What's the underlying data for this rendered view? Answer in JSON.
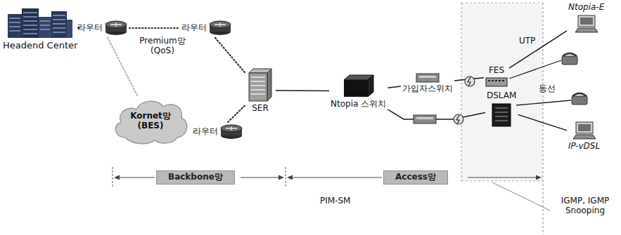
{
  "diagram": {
    "nodes": [
      {
        "text": [
          "Headend Center"
        ]
      },
      {
        "text": [
          "라우터"
        ]
      },
      {
        "text": [
          "라우터"
        ]
      },
      {
        "text": [
          "Kornet망 (BES)"
        ]
      },
      {
        "text": [
          "라우터"
        ]
      },
      {
        "text": [
          "SER"
        ]
      },
      {
        "text": [
          "Ntopia 스위치"
        ]
      },
      {
        "text": [
          "가입자스위치"
        ]
      },
      {
        "text": [
          "FES"
        ]
      },
      {
        "text": [
          "DSLAM"
        ]
      },
      {
        "text": [
          "Ntopia-E"
        ]
      },
      {
        "text": [
          "IP-vDSL"
        ]
      },
      {
        "text": [
          "Backbone망"
        ]
      },
      {
        "text": [
          "Access망"
        ]
      }
    ],
    "edges": [
      {
        "from": 0,
        "to": 1,
        "arrow": "none"
      },
      {
        "from": 1,
        "to": 2,
        "arrow": "none"
      },
      {
        "from": 1,
        "to": 3,
        "arrow": "none"
      },
      {
        "from": 2,
        "to": 5,
        "arrow": "none"
      },
      {
        "from": 4,
        "to": 5,
        "arrow": "none"
      },
      {
        "from": 5,
        "to": 6,
        "arrow": "none"
      },
      {
        "from": 6,
        "to": 7,
        "arrow": "none"
      },
      {
        "from": 7,
        "to": 8,
        "arrow": "none"
      },
      {
        "from": 6,
        "to": 9,
        "arrow": "none"
      },
      {
        "from": 8,
        "to": 10,
        "arrow": "none"
      },
      {
        "from": 9,
        "to": 11,
        "arrow": "none"
      }
    ],
    "labels": [
      "Premium망 (QoS)",
      "UTP",
      "동선",
      "PIM-SM",
      "IGMP, IGMP Snooping"
    ]
  }
}
